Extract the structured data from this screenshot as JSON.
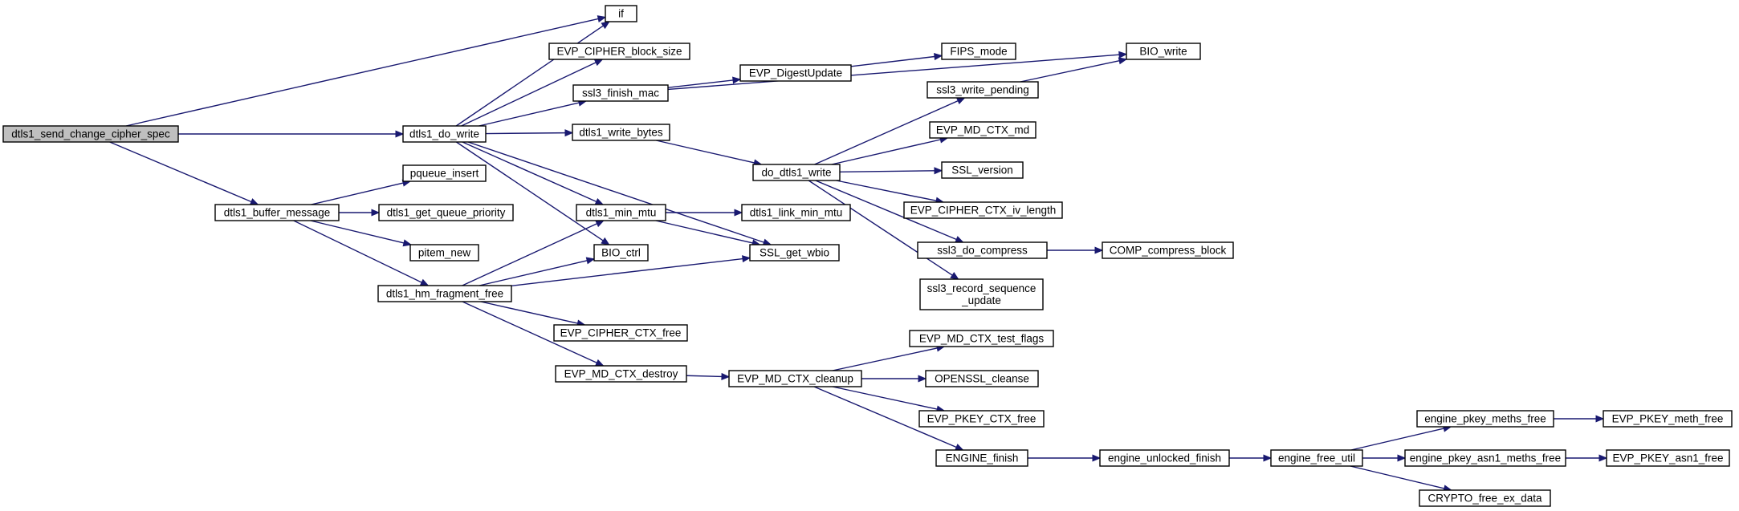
{
  "graph": {
    "colors": {
      "edge": "#191970",
      "node_fill": "#ffffff",
      "root_fill": "#bfbfbf",
      "border": "#000000"
    },
    "nodes": [
      {
        "id": "root",
        "lines": [
          "dtls1_send_change_cipher_spec"
        ],
        "root": true
      },
      {
        "id": "do_write",
        "lines": [
          "dtls1_do_write"
        ]
      },
      {
        "id": "buffer_message",
        "lines": [
          "dtls1_buffer_message"
        ]
      },
      {
        "id": "if",
        "lines": [
          "if"
        ]
      },
      {
        "id": "cipher_block_size",
        "lines": [
          "EVP_CIPHER_block_size"
        ]
      },
      {
        "id": "finish_mac",
        "lines": [
          "ssl3_finish_mac"
        ]
      },
      {
        "id": "write_bytes",
        "lines": [
          "dtls1_write_bytes"
        ]
      },
      {
        "id": "min_mtu",
        "lines": [
          "dtls1_min_mtu"
        ]
      },
      {
        "id": "bio_ctrl",
        "lines": [
          "BIO_ctrl"
        ]
      },
      {
        "id": "get_wbio",
        "lines": [
          "SSL_get_wbio"
        ]
      },
      {
        "id": "pqueue_insert",
        "lines": [
          "pqueue_insert"
        ]
      },
      {
        "id": "queue_priority",
        "lines": [
          "dtls1_get_queue_priority"
        ]
      },
      {
        "id": "pitem_new",
        "lines": [
          "pitem_new"
        ]
      },
      {
        "id": "hm_fragment_free",
        "lines": [
          "dtls1_hm_fragment_free"
        ]
      },
      {
        "id": "cipher_ctx_free",
        "lines": [
          "EVP_CIPHER_CTX_free"
        ]
      },
      {
        "id": "md_ctx_destroy",
        "lines": [
          "EVP_MD_CTX_destroy"
        ]
      },
      {
        "id": "digest_update",
        "lines": [
          "EVP_DigestUpdate"
        ]
      },
      {
        "id": "fips_mode",
        "lines": [
          "FIPS_mode"
        ]
      },
      {
        "id": "bio_write",
        "lines": [
          "BIO_write"
        ]
      },
      {
        "id": "do_dtls1_write",
        "lines": [
          "do_dtls1_write"
        ]
      },
      {
        "id": "link_min_mtu",
        "lines": [
          "dtls1_link_min_mtu"
        ]
      },
      {
        "id": "write_pending",
        "lines": [
          "ssl3_write_pending"
        ]
      },
      {
        "id": "md_ctx_md",
        "lines": [
          "EVP_MD_CTX_md"
        ]
      },
      {
        "id": "ssl_version",
        "lines": [
          "SSL_version"
        ]
      },
      {
        "id": "iv_length",
        "lines": [
          "EVP_CIPHER_CTX_iv_length"
        ]
      },
      {
        "id": "do_compress",
        "lines": [
          "ssl3_do_compress"
        ]
      },
      {
        "id": "record_seq",
        "lines": [
          "ssl3_record_sequence",
          "_update"
        ]
      },
      {
        "id": "compress_block",
        "lines": [
          "COMP_compress_block"
        ]
      },
      {
        "id": "md_ctx_cleanup",
        "lines": [
          "EVP_MD_CTX_cleanup"
        ]
      },
      {
        "id": "test_flags",
        "lines": [
          "EVP_MD_CTX_test_flags"
        ]
      },
      {
        "id": "cleanse",
        "lines": [
          "OPENSSL_cleanse"
        ]
      },
      {
        "id": "pkey_ctx_free",
        "lines": [
          "EVP_PKEY_CTX_free"
        ]
      },
      {
        "id": "engine_finish",
        "lines": [
          "ENGINE_finish"
        ]
      },
      {
        "id": "unlocked_finish",
        "lines": [
          "engine_unlocked_finish"
        ]
      },
      {
        "id": "engine_free_util",
        "lines": [
          "engine_free_util"
        ]
      },
      {
        "id": "pkey_meths_free",
        "lines": [
          "engine_pkey_meths_free"
        ]
      },
      {
        "id": "asn1_meths_free",
        "lines": [
          "engine_pkey_asn1_meths_free"
        ]
      },
      {
        "id": "crypto_free_ex",
        "lines": [
          "CRYPTO_free_ex_data"
        ]
      },
      {
        "id": "pkey_meth_free",
        "lines": [
          "EVP_PKEY_meth_free"
        ]
      },
      {
        "id": "pkey_asn1_free",
        "lines": [
          "EVP_PKEY_asn1_free"
        ]
      }
    ],
    "edges": [
      [
        "root",
        "if"
      ],
      [
        "root",
        "do_write"
      ],
      [
        "root",
        "buffer_message"
      ],
      [
        "do_write",
        "if"
      ],
      [
        "do_write",
        "cipher_block_size"
      ],
      [
        "do_write",
        "finish_mac"
      ],
      [
        "do_write",
        "write_bytes"
      ],
      [
        "do_write",
        "min_mtu"
      ],
      [
        "do_write",
        "bio_ctrl"
      ],
      [
        "do_write",
        "get_wbio"
      ],
      [
        "buffer_message",
        "pqueue_insert"
      ],
      [
        "buffer_message",
        "queue_priority"
      ],
      [
        "buffer_message",
        "pitem_new"
      ],
      [
        "buffer_message",
        "hm_fragment_free"
      ],
      [
        "finish_mac",
        "bio_write"
      ],
      [
        "finish_mac",
        "digest_update"
      ],
      [
        "digest_update",
        "fips_mode"
      ],
      [
        "write_bytes",
        "do_dtls1_write"
      ],
      [
        "min_mtu",
        "link_min_mtu"
      ],
      [
        "min_mtu",
        "get_wbio"
      ],
      [
        "hm_fragment_free",
        "min_mtu"
      ],
      [
        "hm_fragment_free",
        "bio_ctrl"
      ],
      [
        "hm_fragment_free",
        "get_wbio"
      ],
      [
        "hm_fragment_free",
        "cipher_ctx_free"
      ],
      [
        "hm_fragment_free",
        "md_ctx_destroy"
      ],
      [
        "do_dtls1_write",
        "write_pending"
      ],
      [
        "do_dtls1_write",
        "md_ctx_md"
      ],
      [
        "do_dtls1_write",
        "ssl_version"
      ],
      [
        "do_dtls1_write",
        "iv_length"
      ],
      [
        "do_dtls1_write",
        "do_compress"
      ],
      [
        "do_dtls1_write",
        "record_seq"
      ],
      [
        "write_pending",
        "bio_write"
      ],
      [
        "do_compress",
        "compress_block"
      ],
      [
        "md_ctx_destroy",
        "md_ctx_cleanup"
      ],
      [
        "md_ctx_cleanup",
        "test_flags"
      ],
      [
        "md_ctx_cleanup",
        "cleanse"
      ],
      [
        "md_ctx_cleanup",
        "pkey_ctx_free"
      ],
      [
        "md_ctx_cleanup",
        "engine_finish"
      ],
      [
        "engine_finish",
        "unlocked_finish"
      ],
      [
        "unlocked_finish",
        "engine_free_util"
      ],
      [
        "engine_free_util",
        "pkey_meths_free"
      ],
      [
        "engine_free_util",
        "asn1_meths_free"
      ],
      [
        "engine_free_util",
        "crypto_free_ex"
      ],
      [
        "pkey_meths_free",
        "pkey_meth_free"
      ],
      [
        "asn1_meths_free",
        "pkey_asn1_free"
      ]
    ]
  }
}
